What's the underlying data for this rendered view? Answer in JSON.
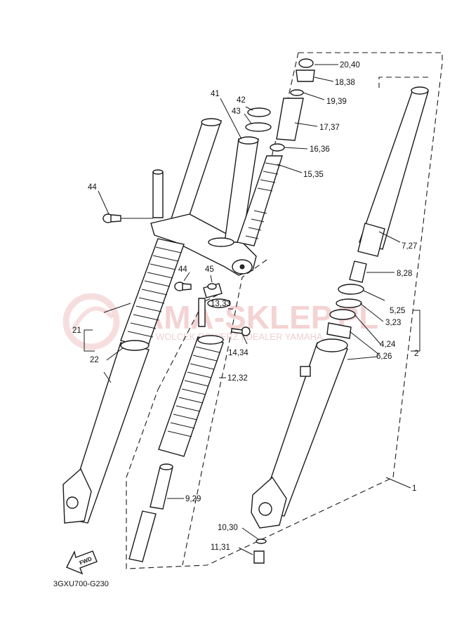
{
  "diagram_code": "3GXU700-G230",
  "fwd_label": "FWD",
  "watermark": {
    "brand": "AMA-SKLEP.PL",
    "tagline": "WOLCEK ROWERZ | DEALER YAMAHA"
  },
  "colors": {
    "line": "#1a1a1a",
    "watermark": "#e8a0a0"
  },
  "callouts": {
    "c1": "1",
    "c2": "2",
    "c3_23": "3,23",
    "c4_24": "4,24",
    "c5_25": "5,25",
    "c6_26": "6,26",
    "c7_27": "7,27",
    "c8_28": "8,28",
    "c9_29": "9,29",
    "c10_30": "10,30",
    "c11_31": "11,31",
    "c12_32": "12,32",
    "c13_33": "13,33",
    "c14_34": "14,34",
    "c15_35": "15,35",
    "c16_36": "16,36",
    "c17_37": "17,37",
    "c18_38": "18,38",
    "c19_39": "19,39",
    "c20_40": "20,40",
    "c21": "21",
    "c22": "22",
    "c41": "41",
    "c42": "42",
    "c43": "43",
    "c44a": "44",
    "c44b": "44",
    "c45": "45"
  }
}
